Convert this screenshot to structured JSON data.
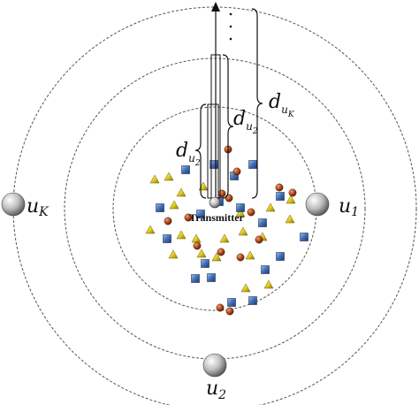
{
  "diagram": {
    "transmitter_label": "Transmitter",
    "users": [
      {
        "id": "u1",
        "letter": "u",
        "subscript": "1"
      },
      {
        "id": "u2",
        "letter": "u",
        "subscript": "2"
      },
      {
        "id": "uK",
        "letter": "u",
        "subscript": "K"
      }
    ],
    "distances": [
      {
        "id": "d-u2-inner",
        "letter": "d",
        "subscript": "u",
        "subsub": "2"
      },
      {
        "id": "d-u2-outer",
        "letter": "d",
        "subscript": "u",
        "subsub": "2"
      },
      {
        "id": "d-uK",
        "letter": "d",
        "subscript": "u",
        "subsub": "K"
      }
    ],
    "ellipsis": "· · ·",
    "colors": {
      "ring": "#555555",
      "arrow": "#111111",
      "triangle": "#e6cf1e",
      "square": "#3f6fb5",
      "circle": "#a8441a",
      "user_sphere": "#bdbdbd"
    },
    "icons": [
      "user-sphere-icon",
      "transmitter-sphere-icon",
      "triangle-scatterer-icon",
      "square-scatterer-icon",
      "circle-scatterer-icon"
    ]
  }
}
